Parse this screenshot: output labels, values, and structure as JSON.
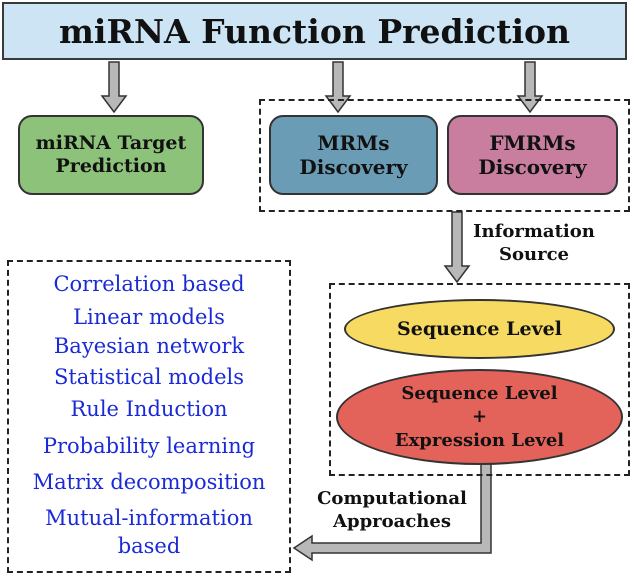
{
  "title": "miRNA Function Prediction",
  "nodes": {
    "target_prediction": [
      "miRNA Target",
      "Prediction"
    ],
    "mrms": [
      "MRMs",
      "Discovery"
    ],
    "fmrms": [
      "FMRMs",
      "Discovery"
    ]
  },
  "labels": {
    "information_source": [
      "Information",
      "Source"
    ],
    "computational_approaches": [
      "Computational",
      "Approaches"
    ]
  },
  "levels": {
    "sequence": "Sequence Level",
    "combined": [
      "Sequence Level",
      "+",
      "Expression Level"
    ]
  },
  "methods": [
    "Correlation based",
    "Linear models",
    "Bayesian network",
    "Statistical models",
    "Rule Induction",
    "Probability learning",
    "Matrix decomposition",
    "Mutual-information",
    "based"
  ],
  "colors": {
    "title_bg": "#cde4f5",
    "target": "#8dc27a",
    "mrms": "#6a9db5",
    "fmrms": "#c97ea0",
    "sequence": "#f6da62",
    "combined": "#e3635a",
    "methods_text": "#1a2ad6",
    "arrow_fill": "#b8b8b8"
  }
}
